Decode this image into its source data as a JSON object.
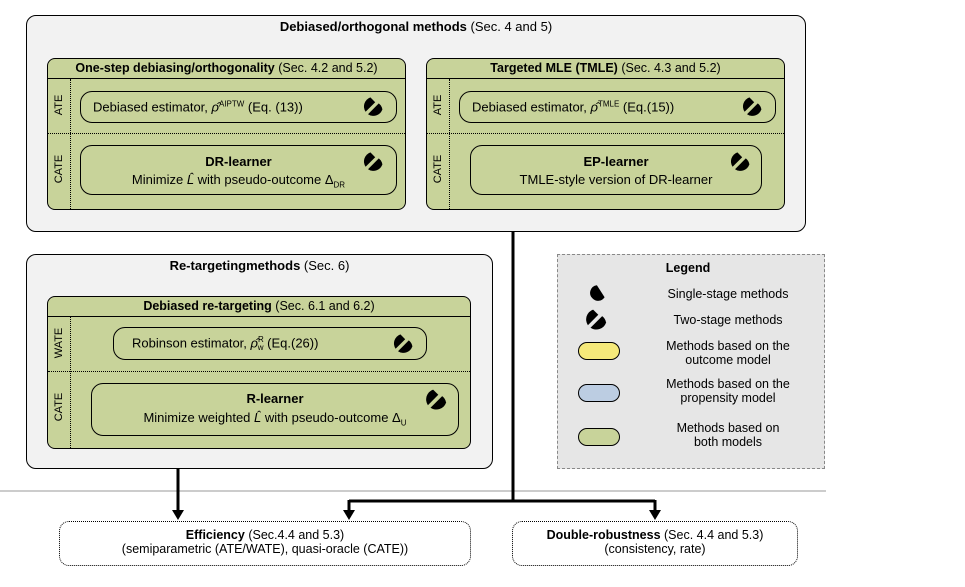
{
  "top_section": {
    "title_bold": "Debiased/orthogonal methods",
    "title_rest": " (Sec. 4 and 5)",
    "left_box": {
      "title_bold": "One-step debiasing/orthogonality",
      "title_rest": " (Sec. 4.2 and 5.2)",
      "row1_label": "ATE",
      "row2_label": "CATE",
      "pill1_text": "Debiased estimator, ",
      "pill1_symbol": "ρ̂",
      "pill1_sup": "AIPTW",
      "pill1_rest": " (Eq. (13))",
      "pill2_title": "DR-learner",
      "pill2_text": "Minimize ",
      "pill2_symbol": "L̂",
      "pill2_rest": " with pseudo-outcome Δ",
      "pill2_sub": "DR"
    },
    "right_box": {
      "title_bold": "Targeted MLE (TMLE)",
      "title_rest": " (Sec. 4.3 and 5.2)",
      "row1_label": "ATE",
      "row2_label": "CATE",
      "pill1_text": "Debiased estimator, ",
      "pill1_symbol": "ρ̂",
      "pill1_sup": "TMLE",
      "pill1_rest": "  (Eq.(15))",
      "pill2_title": "EP-learner",
      "pill2_text": "TMLE-style version of DR-learner"
    }
  },
  "retargeting_section": {
    "title_bold": "Re-targetingmethods",
    "title_rest": " (Sec. 6)",
    "box": {
      "title_bold": "Debiased re-targeting",
      "title_rest": " (Sec. 6.1 and 6.2)",
      "row1_label": "WATE",
      "row2_label": "CATE",
      "pill1_text": "Robinson estimator, ",
      "pill1_symbol": "ρ̂",
      "pill1_sup": "R",
      "pill1_sub": "w",
      "pill1_rest": " (Eq.(26))",
      "pill2_title": "R-learner",
      "pill2_text": "Minimize weighted ",
      "pill2_symbol": "L̂",
      "pill2_rest": " with pseudo-outcome Δ",
      "pill2_sub": "U"
    }
  },
  "legend": {
    "title": "Legend",
    "items": [
      {
        "icon": "single-stage-icon",
        "text": "Single-stage methods"
      },
      {
        "icon": "two-stage-icon",
        "text": "Two-stage methods"
      },
      {
        "swatch": "#f5e97a",
        "text1": "Methods based on the",
        "text2": "outcome model"
      },
      {
        "swatch": "#bccde2",
        "text1": "Methods based on the",
        "text2": "propensity model"
      },
      {
        "swatch": "#c8d39a",
        "text1": "Methods based on",
        "text2": "both models"
      }
    ]
  },
  "results": {
    "efficiency": {
      "title_bold": "Efficiency",
      "title_rest": " (Sec.4.4 and 5.3)",
      "subtitle": "(semiparametric (ATE/WATE), quasi-oracle (CATE))"
    },
    "robustness": {
      "title_bold": "Double-robustness",
      "title_rest": " (Sec. 4.4 and 5.3)",
      "subtitle": "(consistency, rate)"
    }
  },
  "colors": {
    "green": "#c8d39a",
    "yellow": "#f5e97a",
    "blue": "#bccde2",
    "panel": "#f2f2f2",
    "legend_bg": "#e6e6e6"
  }
}
